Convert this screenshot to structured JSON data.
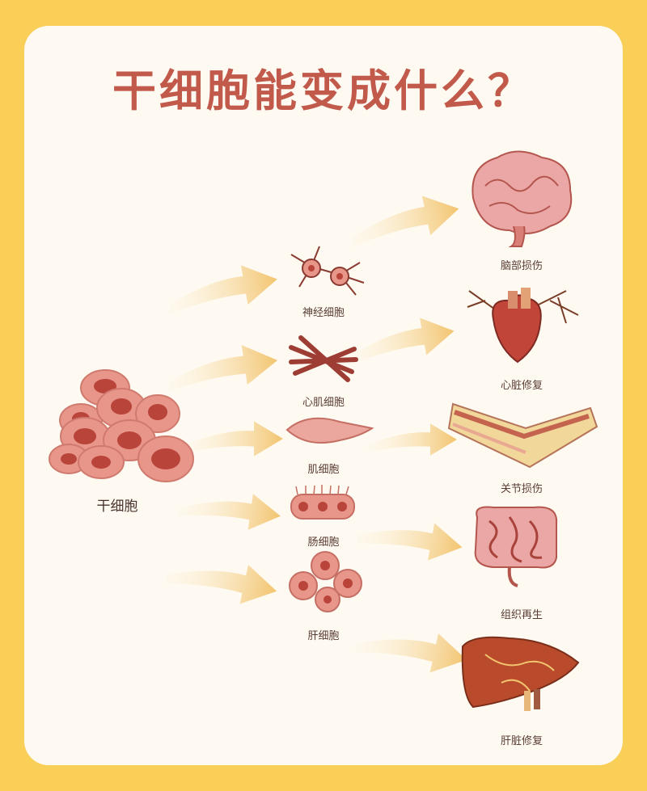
{
  "title": "干细胞能变成什么？",
  "stem_cell": {
    "label": "干细胞"
  },
  "cells": [
    {
      "label": "神经细胞",
      "icon": "neuron-icon",
      "target": "脑部损伤",
      "target_icon": "brain-icon"
    },
    {
      "label": "心肌细胞",
      "icon": "cardiac-muscle-cell-icon",
      "target": "心脏修复",
      "target_icon": "heart-icon"
    },
    {
      "label": "肌细胞",
      "icon": "muscle-cell-icon",
      "target": "关节损伤",
      "target_icon": "joint-icon"
    },
    {
      "label": "肠细胞",
      "icon": "intestinal-cell-icon",
      "target": "组织再生",
      "target_icon": "intestine-icon"
    },
    {
      "label": "肝细胞",
      "icon": "liver-cell-icon",
      "target": "肝脏修复",
      "target_icon": "liver-icon"
    }
  ],
  "colors": {
    "background": "#f9cf57",
    "card": "#fefaf1",
    "title": "#c25a4c",
    "arrow": "#f2c46e",
    "cell_fill": "#e8958a",
    "cell_core": "#b9443a",
    "organ": "#e9a3a0"
  }
}
